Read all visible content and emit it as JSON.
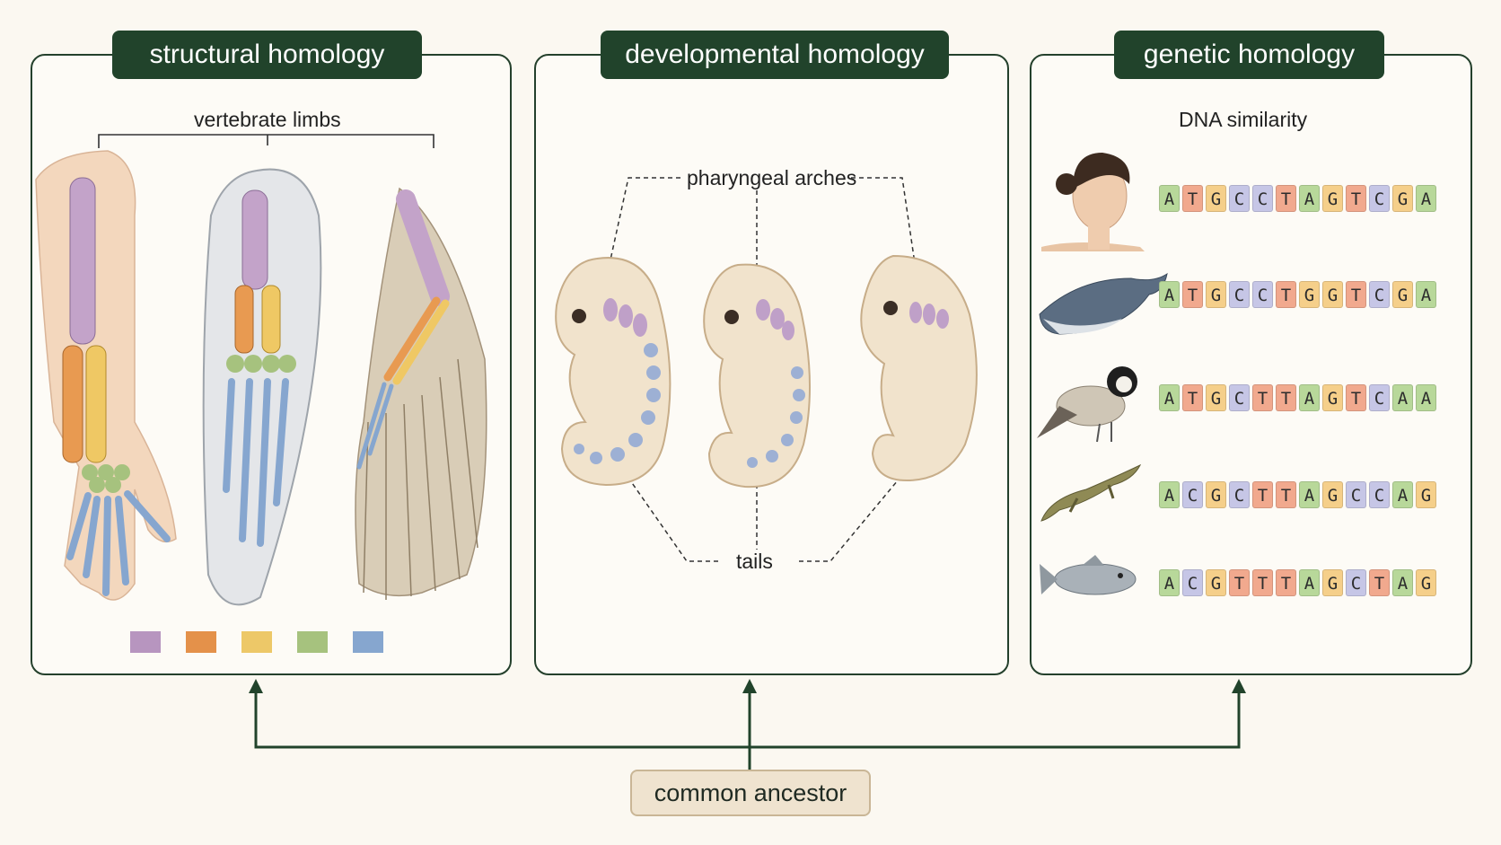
{
  "panels": {
    "structural": {
      "title": "structural homology",
      "subtitle": "vertebrate limbs",
      "legend_swatches": [
        "#b795bf",
        "#e4914a",
        "#edc868",
        "#a6c27e",
        "#86a6cf"
      ]
    },
    "developmental": {
      "title": "developmental homology",
      "top_label": "pharyngeal arches",
      "bottom_label": "tails"
    },
    "genetic": {
      "title": "genetic homology",
      "subtitle": "DNA similarity",
      "sequences": [
        {
          "organism_icon": "human-face-icon",
          "bases": [
            "A",
            "T",
            "G",
            "C",
            "C",
            "T",
            "A",
            "G",
            "T",
            "C",
            "G",
            "A"
          ]
        },
        {
          "organism_icon": "whale-icon",
          "bases": [
            "A",
            "T",
            "G",
            "C",
            "C",
            "T",
            "G",
            "G",
            "T",
            "C",
            "G",
            "A"
          ]
        },
        {
          "organism_icon": "bird-icon",
          "bases": [
            "A",
            "T",
            "G",
            "C",
            "T",
            "T",
            "A",
            "G",
            "T",
            "C",
            "A",
            "A"
          ]
        },
        {
          "organism_icon": "lizard-icon",
          "bases": [
            "A",
            "C",
            "G",
            "C",
            "T",
            "T",
            "A",
            "G",
            "C",
            "C",
            "A",
            "G"
          ]
        },
        {
          "organism_icon": "fish-icon",
          "bases": [
            "A",
            "C",
            "G",
            "T",
            "T",
            "T",
            "A",
            "G",
            "C",
            "T",
            "A",
            "G"
          ]
        }
      ],
      "base_colors": {
        "A": "#b8d89a",
        "T": "#f1a98e",
        "G": "#f5cf8a",
        "C": "#c6c6e6"
      }
    }
  },
  "ancestor": {
    "label": "common ancestor"
  },
  "colors": {
    "dark_green": "#21432b",
    "background": "#fbf8f1",
    "ancestor_fill": "#efe3cf"
  }
}
